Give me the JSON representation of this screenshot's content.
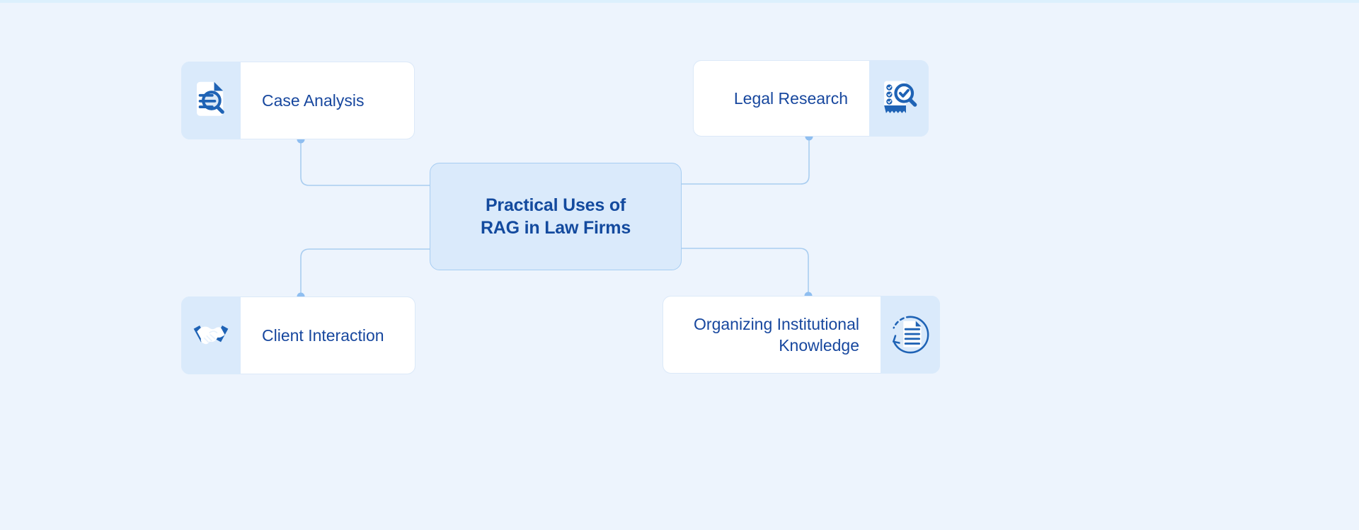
{
  "page": {
    "background_color": "#edf4fd",
    "accent_color": "#1f63b5",
    "text_color": "#17479e",
    "connector_color": "#a9cdf0"
  },
  "center_node": {
    "title": "Practical Uses of\nRAG in Law Firms",
    "fill_color": "#daeafb",
    "border_color": "#a7cdf2",
    "text_color": "#134a9e"
  },
  "cards": [
    {
      "id": "case-analysis",
      "label": "Case Analysis",
      "icon": "document-magnifier-icon",
      "icon_side": "left",
      "position": "top-left"
    },
    {
      "id": "legal-research",
      "label": "Legal Research",
      "icon": "checklist-magnifier-icon",
      "icon_side": "right",
      "position": "top-right"
    },
    {
      "id": "client-interaction",
      "label": "Client Interaction",
      "icon": "handshake-icon",
      "icon_side": "left",
      "position": "bottom-left"
    },
    {
      "id": "org-knowledge",
      "label": "Organizing Institutional\nKnowledge",
      "icon": "document-refresh-icon",
      "icon_side": "right",
      "position": "bottom-right"
    }
  ],
  "connectors": [
    {
      "from": "case-analysis",
      "to": "center_node"
    },
    {
      "from": "legal-research",
      "to": "center_node"
    },
    {
      "from": "client-interaction",
      "to": "center_node"
    },
    {
      "from": "org-knowledge",
      "to": "center_node"
    }
  ]
}
